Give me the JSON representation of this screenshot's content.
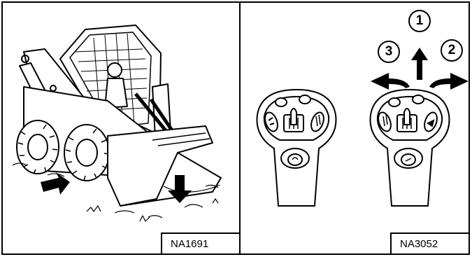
{
  "left_panel": {
    "figure_code": "NA1691"
  },
  "right_panel": {
    "figure_code": "NA3052",
    "steps": {
      "step1": "1",
      "step2": "2",
      "step3": "3"
    }
  },
  "icons": [
    "skid-steer-loader-illustration",
    "down-arrow-icon",
    "forward-arrow-icon",
    "joystick-left-icon",
    "joystick-right-icon",
    "curved-arrow-left-icon",
    "curved-arrow-right-icon",
    "up-arrow-icon"
  ]
}
